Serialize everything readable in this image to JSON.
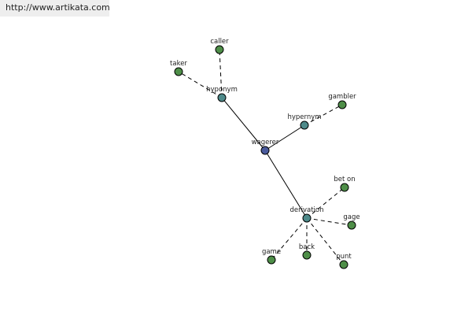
{
  "watermark": {
    "url": "http://www.artikata.com"
  },
  "colors": {
    "background": "#ffffff",
    "root": "#4a5a9c",
    "relation": "#4e8a8a",
    "leaf": "#4e8e48",
    "edge": "#000000",
    "watermark_bg": "#eeeeee"
  },
  "graph": {
    "nodes": [
      {
        "id": "wagerer",
        "label": "wagerer",
        "kind": "root"
      },
      {
        "id": "hyponym",
        "label": "hyponym",
        "kind": "relation"
      },
      {
        "id": "hypernym",
        "label": "hypernym",
        "kind": "relation"
      },
      {
        "id": "derivation",
        "label": "derivation",
        "kind": "relation"
      },
      {
        "id": "caller",
        "label": "caller",
        "kind": "leaf"
      },
      {
        "id": "taker",
        "label": "taker",
        "kind": "leaf"
      },
      {
        "id": "gambler",
        "label": "gambler",
        "kind": "leaf"
      },
      {
        "id": "bet_on",
        "label": "bet on",
        "kind": "leaf"
      },
      {
        "id": "gage",
        "label": "gage",
        "kind": "leaf"
      },
      {
        "id": "punt",
        "label": "punt",
        "kind": "leaf"
      },
      {
        "id": "back",
        "label": "back",
        "kind": "leaf"
      },
      {
        "id": "game",
        "label": "game",
        "kind": "leaf"
      }
    ],
    "edges": [
      {
        "from": "wagerer",
        "to": "hyponym",
        "style": "solid"
      },
      {
        "from": "wagerer",
        "to": "hypernym",
        "style": "solid"
      },
      {
        "from": "wagerer",
        "to": "derivation",
        "style": "solid"
      },
      {
        "from": "hyponym",
        "to": "caller",
        "style": "dashed"
      },
      {
        "from": "hyponym",
        "to": "taker",
        "style": "dashed"
      },
      {
        "from": "hypernym",
        "to": "gambler",
        "style": "dashed"
      },
      {
        "from": "derivation",
        "to": "bet_on",
        "style": "dashed"
      },
      {
        "from": "derivation",
        "to": "gage",
        "style": "dashed"
      },
      {
        "from": "derivation",
        "to": "punt",
        "style": "dashed"
      },
      {
        "from": "derivation",
        "to": "back",
        "style": "dashed"
      },
      {
        "from": "derivation",
        "to": "game",
        "style": "dashed"
      }
    ]
  }
}
